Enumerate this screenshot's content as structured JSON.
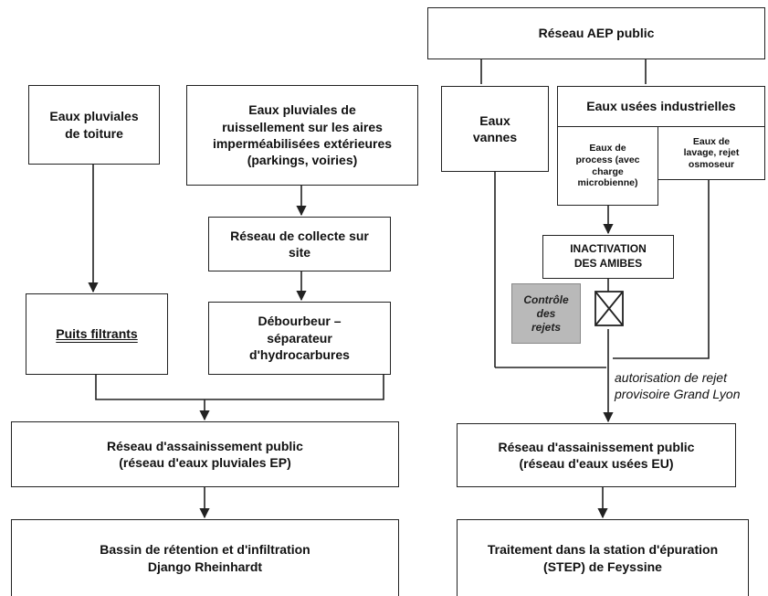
{
  "left": {
    "toiture": [
      "Eaux pluviales",
      "de toiture"
    ],
    "ruissellement": [
      "Eaux pluviales de",
      "ruissellement sur les aires",
      "imperméabilisées extérieures",
      "(parkings, voiries)"
    ],
    "collecte": [
      "Réseau de collecte sur",
      "site"
    ],
    "puits": "Puits filtrants",
    "debourbeur": [
      "Débourbeur –",
      "séparateur",
      "d'hydrocarbures"
    ],
    "reseau_ep": [
      "Réseau d'assainissement public",
      "(réseau d'eaux pluviales EP)"
    ],
    "bassin": [
      "Bassin de rétention et d'infiltration",
      "Django Rheinhardt"
    ]
  },
  "right": {
    "aep": "Réseau AEP public",
    "vannes": [
      "Eaux",
      "vannes"
    ],
    "industrielles": "Eaux usées industrielles",
    "process": [
      "Eaux de",
      "process (avec",
      "charge",
      "microbienne)"
    ],
    "lavage": [
      "Eaux de",
      "lavage, rejet",
      "osmoseur"
    ],
    "inactivation": [
      "INACTIVATION",
      "DES AMIBES"
    ],
    "controle": [
      "Contrôle",
      "des",
      "rejets"
    ],
    "annotation": [
      "autorisation de rejet",
      "provisoire Grand Lyon"
    ],
    "reseau_eu": [
      "Réseau d'assainissement public",
      "(réseau d'eaux usées EU)"
    ],
    "step": [
      "Traitement dans la station d'épuration",
      "(STEP) de Feyssine"
    ]
  }
}
